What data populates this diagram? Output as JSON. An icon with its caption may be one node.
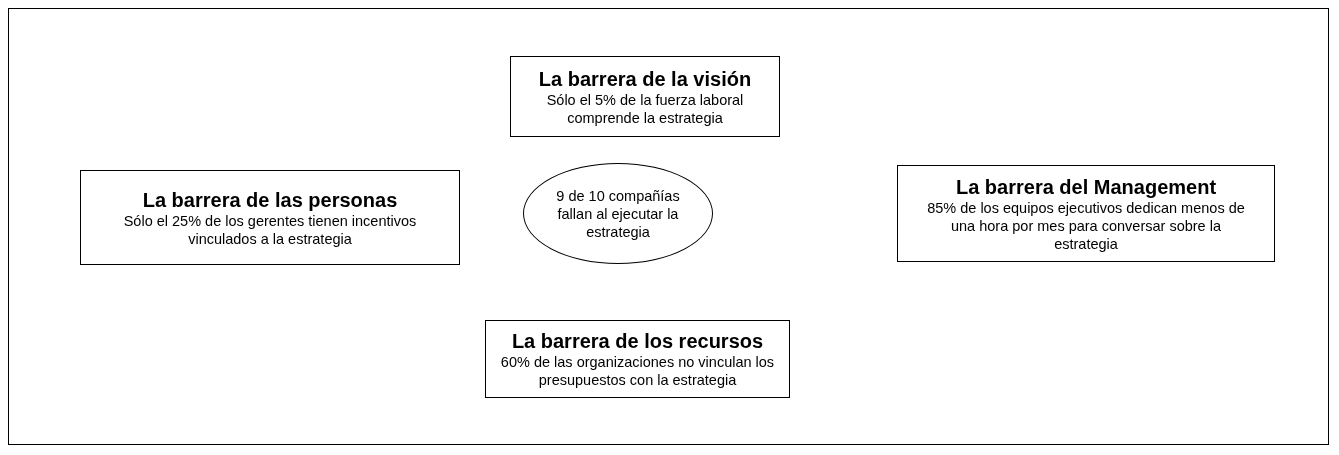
{
  "diagram": {
    "nodes": [
      {
        "text": [
          "La barrera de la visión",
          "Sólo el 5% de la fuerza laboral comprende la estrategia"
        ]
      },
      {
        "text": [
          "La barrera de las personas",
          "Sólo el 25% de los gerentes tienen incentivos vinculados a la estrategia"
        ]
      },
      {
        "text": [
          "9 de 10 compañías fallan al ejecutar la estrategia"
        ]
      },
      {
        "text": [
          "La barrera del Management",
          "85% de los equipos ejecutivos dedican menos de una hora por mes para conversar sobre la estrategia"
        ]
      },
      {
        "text": [
          "La barrera de los recursos",
          "60% de las organizaciones no vinculan los presupuestos con la estrategia"
        ]
      }
    ],
    "edges": []
  }
}
